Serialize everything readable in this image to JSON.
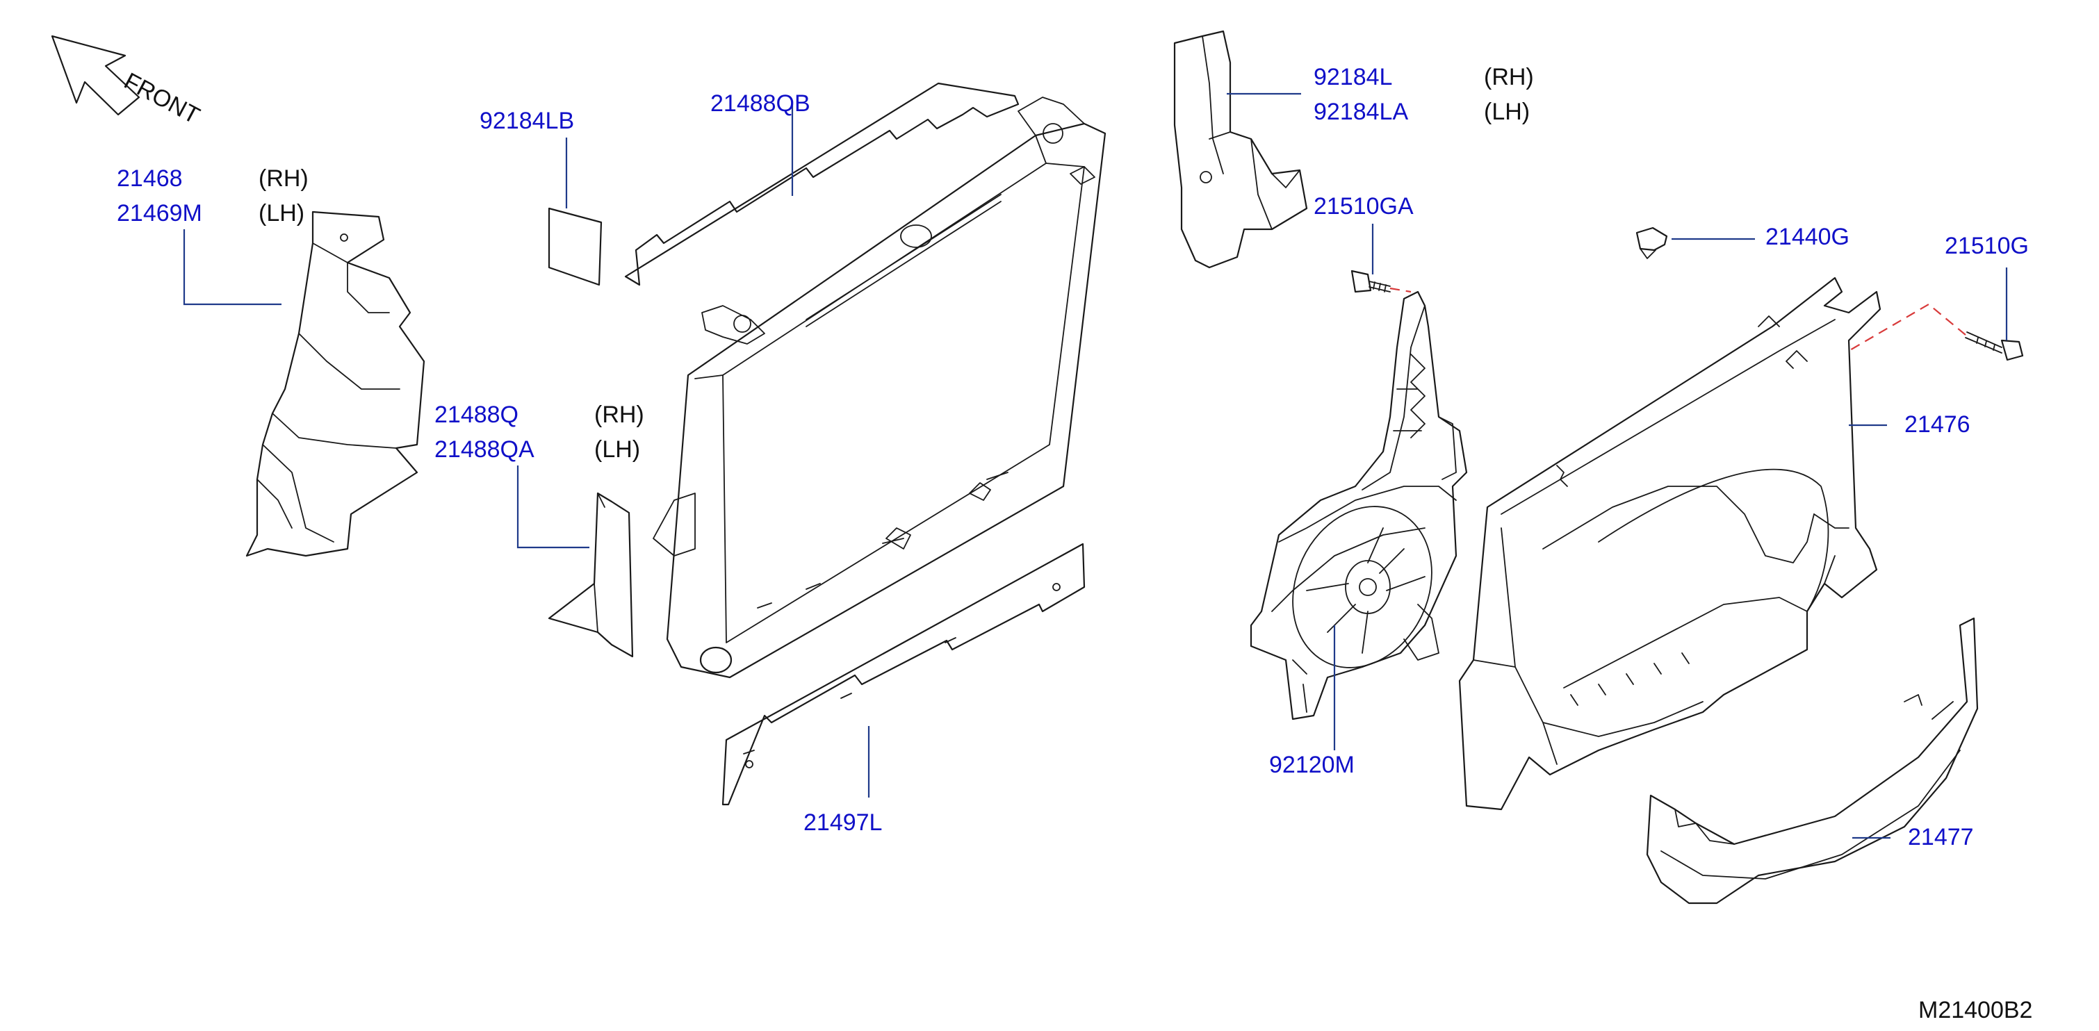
{
  "front_label": "FRONT",
  "diagram_code": "M21400B2",
  "callouts": [
    {
      "part": "21468",
      "side": "(RH)"
    },
    {
      "part": "21469M",
      "side": "(LH)"
    },
    {
      "part": "92184LB",
      "side": ""
    },
    {
      "part": "21488QB",
      "side": ""
    },
    {
      "part": "21488Q",
      "side": "(RH)"
    },
    {
      "part": "21488QA",
      "side": "(LH)"
    },
    {
      "part": "21497L",
      "side": ""
    },
    {
      "part": "92184L",
      "side": "(RH)"
    },
    {
      "part": "92184LA",
      "side": "(LH)"
    },
    {
      "part": "21510GA",
      "side": ""
    },
    {
      "part": "92120M",
      "side": ""
    },
    {
      "part": "21440G",
      "side": ""
    },
    {
      "part": "21510G",
      "side": ""
    },
    {
      "part": "21476",
      "side": ""
    },
    {
      "part": "21477",
      "side": ""
    }
  ],
  "colors": {
    "part_number": "#1010c8",
    "leader": "#1f3a8a",
    "fastener_path": "#d83a3a",
    "linework": "#1a1a1a"
  }
}
